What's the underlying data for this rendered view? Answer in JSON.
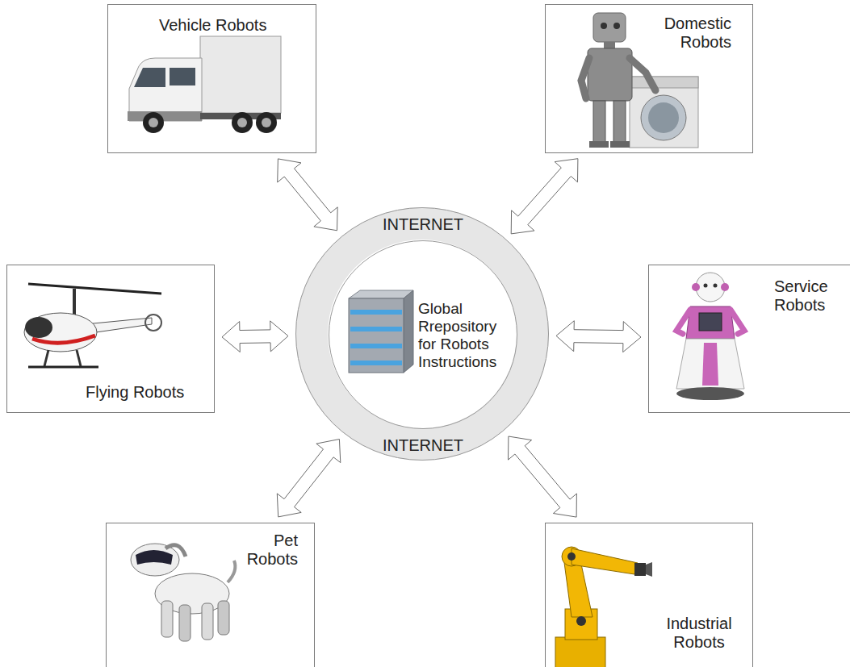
{
  "diagram": {
    "nodes": [
      {
        "text": [
          "Vehicle Robots"
        ]
      },
      {
        "text": [
          "Domestic Robots"
        ]
      },
      {
        "text": [
          "Flying Robots"
        ]
      },
      {
        "text": [
          "INTERNET",
          "INTERNET"
        ]
      },
      {
        "text": [
          "Global Rrepository for Robots Instructions"
        ],
        "in": 3
      },
      {
        "text": [
          "Service Robots"
        ]
      },
      {
        "text": [
          "Pet Robots"
        ]
      },
      {
        "text": [
          "Industrial Robots"
        ]
      }
    ],
    "edges": [
      {
        "from": 0,
        "to": 3,
        "arrow": "both"
      },
      {
        "from": 1,
        "to": 3,
        "arrow": "both"
      },
      {
        "from": 2,
        "to": 3,
        "arrow": "both"
      },
      {
        "from": 5,
        "to": 3,
        "arrow": "both"
      },
      {
        "from": 6,
        "to": 3,
        "arrow": "both"
      },
      {
        "from": 7,
        "to": 3,
        "arrow": "both"
      }
    ]
  }
}
